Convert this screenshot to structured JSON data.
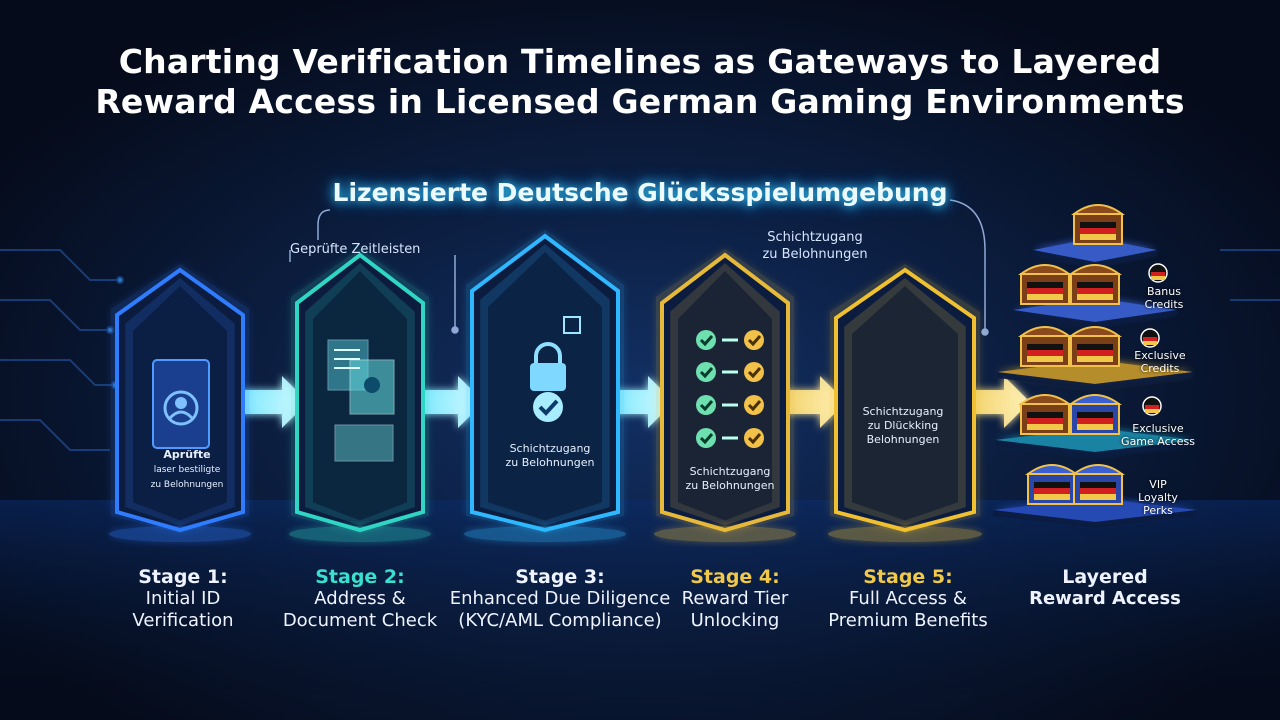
{
  "title_line1": "Charting Verification Timelines as Gateways to Layered",
  "title_line2": "Reward Access in Licensed German Gaming Environments",
  "banner": "Lizensierte Deutsche Glücksspielumgebung",
  "note_left": "Geprüfte Zeitleisten",
  "note_right_line1": "Schichtzugang",
  "note_right_line2": "zu Belohnungen",
  "stages": [
    {
      "label": "Stage 1:",
      "line1": "Initial ID",
      "line2": "Verification",
      "color": "#2f7cff",
      "inner": [
        "Aprüfte",
        "laser bestiligte",
        "zu Belohnungen"
      ]
    },
    {
      "label": "Stage 2:",
      "line1": "Address &",
      "line2": "Document Check",
      "color": "#2fd6c3",
      "inner": []
    },
    {
      "label": "Stage 3:",
      "line1": "Enhanced Due Diligence",
      "line2": "(KYC/AML Compliance)",
      "color": "#2fb8ff",
      "inner": [
        "Schichtzugang",
        "zu Belohnungen"
      ]
    },
    {
      "label": "Stage 4:",
      "line1": "Reward Tier",
      "line2": "Unlocking",
      "color": "#e7b93a",
      "inner": [
        "Schichtzugang",
        "zu Belohnungen"
      ]
    },
    {
      "label": "Stage 5:",
      "line1": "Full Access &",
      "line2": "Premium Benefits",
      "color": "#f0c030",
      "inner": [
        "Schichtzugang",
        "zu Dlückking",
        "Belohnungen"
      ]
    }
  ],
  "rewards_caption_line1": "Layered",
  "rewards_caption_line2": "Reward Access",
  "tiers": [
    {
      "l1": "Banus",
      "l2": "Credits"
    },
    {
      "l1": "Exclusive",
      "l2": "Credits"
    },
    {
      "l1": "Exclusive",
      "l2": "Game Access"
    },
    {
      "l1": "VIP",
      "l2": "Loyalty",
      "l3": "Perks"
    }
  ],
  "colors": {
    "background": "#060d1f",
    "stage1": "#2f7cff",
    "stage2": "#2fd6c3",
    "stage3": "#2fb8ff",
    "stage4": "#e7b93a",
    "stage5": "#f0c030"
  }
}
